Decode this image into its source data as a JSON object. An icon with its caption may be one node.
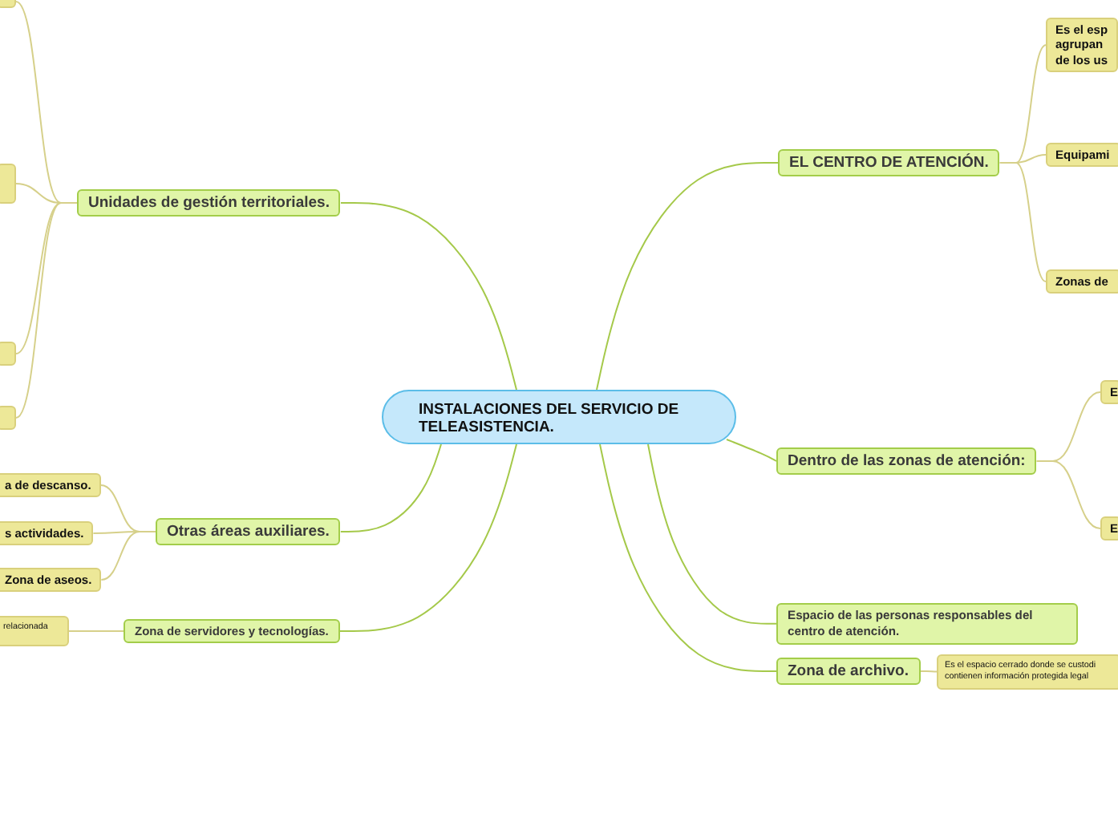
{
  "diagram": {
    "nodes": [
      {
        "text": [
          "INSTALACIONES DEL SERVICIO DE TELEASISTENCIA."
        ]
      },
      {
        "text": [
          "Unidades de gestión territoriales."
        ]
      },
      {
        "text": [],
        "shape": "box"
      },
      {
        "text": [],
        "shape": "box"
      },
      {
        "text": [],
        "shape": "box"
      },
      {
        "text": [],
        "shape": "box"
      },
      {
        "text": [
          "Otras áreas auxiliares."
        ]
      },
      {
        "text": [
          "a de descanso."
        ]
      },
      {
        "text": [
          "s actividades."
        ]
      },
      {
        "text": [
          "Zona de aseos."
        ]
      },
      {
        "text": [
          "Zona de servidores y tecnologías."
        ]
      },
      {
        "text": [
          "relacionada"
        ]
      },
      {
        "text": [
          "EL CENTRO DE ATENCIÓN."
        ]
      },
      {
        "text": [
          "Es el esp agrupan de los us"
        ]
      },
      {
        "text": [
          "Equipami"
        ]
      },
      {
        "text": [
          "Zonas de"
        ]
      },
      {
        "text": [
          "Dentro de las zonas de atención:"
        ]
      },
      {
        "text": [
          "E"
        ]
      },
      {
        "text": [
          "E"
        ]
      },
      {
        "text": [
          "Espacio de las personas responsables del centro de atención."
        ]
      },
      {
        "text": [
          "Zona de archivo."
        ]
      },
      {
        "text": [
          "Es el espacio cerrado donde se custodi contienen información protegida legal"
        ]
      }
    ],
    "edges": [
      {
        "from": 0,
        "to": 1,
        "arrow": "none",
        "color": "#a5c94a"
      },
      {
        "from": 1,
        "to": 2,
        "arrow": "none"
      },
      {
        "from": 1,
        "to": 3,
        "arrow": "none"
      },
      {
        "from": 1,
        "to": 4,
        "arrow": "none"
      },
      {
        "from": 1,
        "to": 5,
        "arrow": "none"
      },
      {
        "from": 0,
        "to": 6,
        "arrow": "none",
        "color": "#a5c94a"
      },
      {
        "from": 6,
        "to": 7,
        "arrow": "none"
      },
      {
        "from": 6,
        "to": 8,
        "arrow": "none"
      },
      {
        "from": 6,
        "to": 9,
        "arrow": "none"
      },
      {
        "from": 0,
        "to": 10,
        "arrow": "none",
        "color": "#a5c94a"
      },
      {
        "from": 10,
        "to": 11,
        "arrow": "none"
      },
      {
        "from": 0,
        "to": 12,
        "arrow": "none",
        "color": "#a5c94a"
      },
      {
        "from": 12,
        "to": 13,
        "arrow": "none"
      },
      {
        "from": 12,
        "to": 14,
        "arrow": "none"
      },
      {
        "from": 12,
        "to": 15,
        "arrow": "none"
      },
      {
        "from": 0,
        "to": 16,
        "arrow": "none",
        "color": "#a5c94a"
      },
      {
        "from": 16,
        "to": 17,
        "arrow": "none"
      },
      {
        "from": 16,
        "to": 18,
        "arrow": "none"
      },
      {
        "from": 0,
        "to": 19,
        "arrow": "none",
        "color": "#a5c94a"
      },
      {
        "from": 0,
        "to": 20,
        "arrow": "none",
        "color": "#a5c94a"
      },
      {
        "from": 20,
        "to": 21,
        "arrow": "none"
      }
    ]
  }
}
